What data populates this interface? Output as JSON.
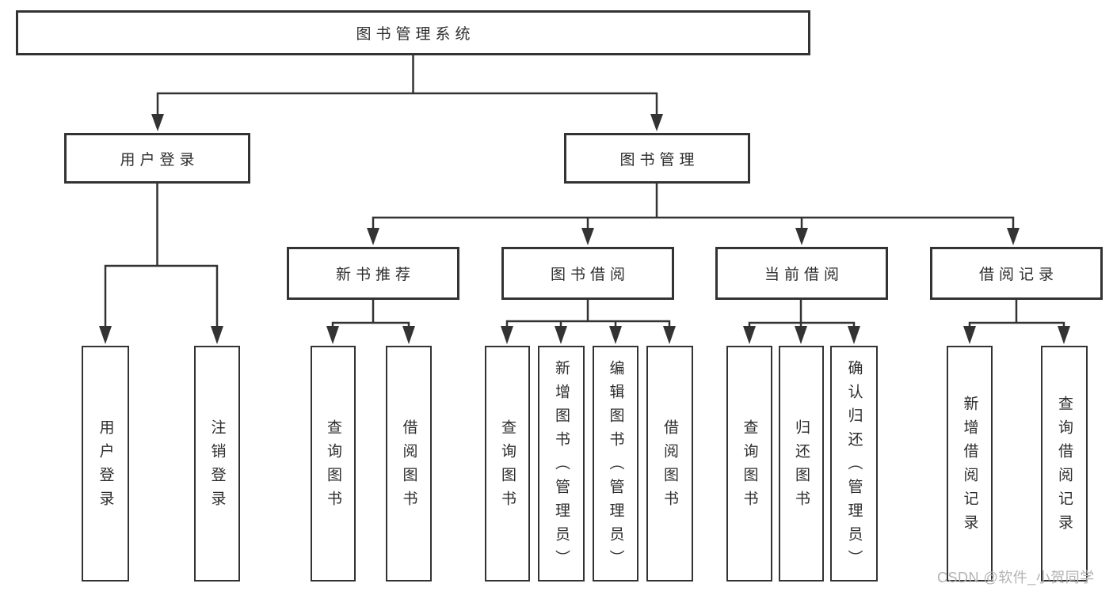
{
  "diagram": {
    "title": "图书管理系统",
    "type": "功能结构图 (functional structure tree)",
    "watermark": "CSDN @软件_小贺同学"
  },
  "colors": {
    "line": "#333333",
    "box_border": "#333333",
    "box_fill": "#ffffff",
    "text": "#2d2d2d",
    "watermark": "#b3b3b3",
    "background": "#ffffff"
  },
  "nodes": {
    "root": {
      "label": "图书管理系统"
    },
    "user_login": {
      "label": "用户登录"
    },
    "book_mgmt": {
      "label": "图书管理"
    },
    "new_books": {
      "label": "新书推荐"
    },
    "book_borrow": {
      "label": "图书借阅"
    },
    "current_borrow": {
      "label": "当前借阅"
    },
    "borrow_records": {
      "label": "借阅记录"
    },
    "leaf_user_login": {
      "label": "用户登录"
    },
    "leaf_logout": {
      "label": "注销登录"
    },
    "leaf_query_books_a": {
      "label": "查询图书"
    },
    "leaf_borrow_books_a": {
      "label": "借阅图书"
    },
    "leaf_query_books_b": {
      "label": "查询图书"
    },
    "leaf_add_book": {
      "label": "新增图书（管理员）"
    },
    "leaf_edit_book": {
      "label": "编辑图书（管理员）"
    },
    "leaf_borrow_books_b": {
      "label": "借阅图书"
    },
    "leaf_query_books_c": {
      "label": "查询图书"
    },
    "leaf_return_books": {
      "label": "归还图书"
    },
    "leaf_confirm_return": {
      "label": "确认归还（管理员）"
    },
    "leaf_add_record": {
      "label": "新增借阅记录"
    },
    "leaf_query_record": {
      "label": "查询借阅记录"
    }
  },
  "hierarchy": {
    "图书管理系统": {
      "用户登录": [
        "用户登录",
        "注销登录"
      ],
      "图书管理": {
        "新书推荐": [
          "查询图书",
          "借阅图书"
        ],
        "图书借阅": [
          "查询图书",
          "新增图书（管理员）",
          "编辑图书（管理员）",
          "借阅图书"
        ],
        "当前借阅": [
          "查询图书",
          "归还图书",
          "确认归还（管理员）"
        ],
        "借阅记录": [
          "新增借阅记录",
          "查询借阅记录"
        ]
      }
    }
  }
}
